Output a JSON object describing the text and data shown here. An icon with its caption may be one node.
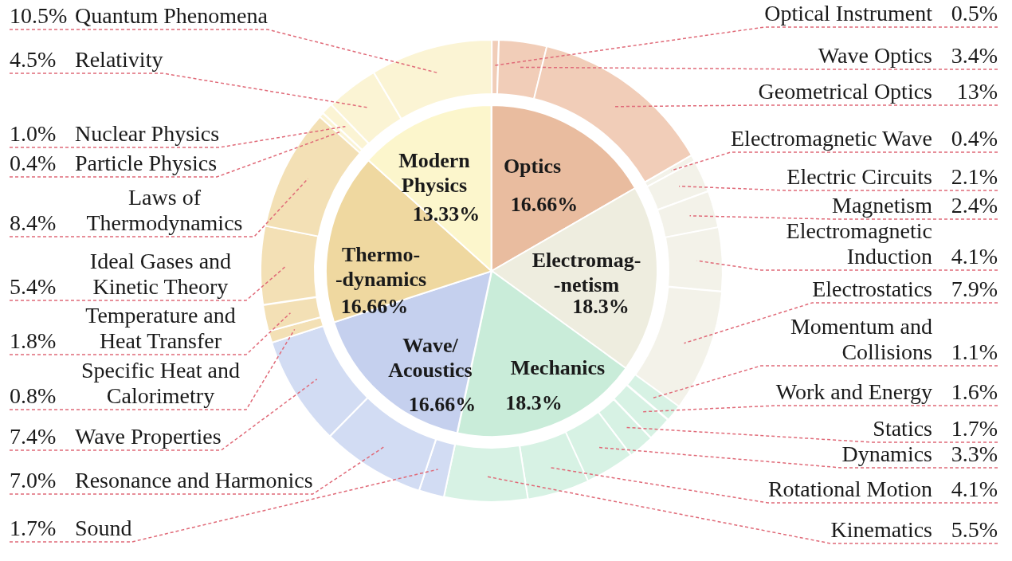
{
  "diagram": {
    "nodes": [
      {
        "text": [
          "Optics",
          "16.66%"
        ]
      },
      {
        "text": [
          "Electromag- -netism",
          "18.3%"
        ]
      },
      {
        "text": [
          "Mechanics",
          "18.3%"
        ]
      },
      {
        "text": [
          "Wave/ Acoustics",
          "16.66%"
        ]
      },
      {
        "text": [
          "Thermo- -dynamics",
          "16.66%"
        ]
      },
      {
        "text": [
          "Modern Physics",
          "13.33%"
        ]
      },
      {
        "text": [],
        "shape": "arc"
      },
      {
        "text": [],
        "shape": "arc"
      },
      {
        "text": [],
        "shape": "arc"
      },
      {
        "text": [],
        "shape": "arc"
      },
      {
        "text": [],
        "shape": "arc"
      },
      {
        "text": [],
        "shape": "arc"
      },
      {
        "text": [],
        "shape": "arc"
      },
      {
        "text": [],
        "shape": "arc"
      },
      {
        "text": [],
        "shape": "arc"
      },
      {
        "text": [],
        "shape": "arc"
      },
      {
        "text": [],
        "shape": "arc"
      },
      {
        "text": [],
        "shape": "arc"
      },
      {
        "text": [],
        "shape": "arc"
      },
      {
        "text": [],
        "shape": "arc"
      },
      {
        "text": [],
        "shape": "arc"
      },
      {
        "text": [],
        "shape": "arc"
      },
      {
        "text": [],
        "shape": "arc"
      },
      {
        "text": [],
        "shape": "arc"
      },
      {
        "text": [],
        "shape": "arc"
      },
      {
        "text": [],
        "shape": "arc"
      },
      {
        "text": [],
        "shape": "arc"
      },
      {
        "text": [],
        "shape": "arc"
      },
      {
        "text": [],
        "shape": "arc"
      },
      {
        "text": [],
        "shape": "arc"
      },
      {
        "text": [],
        "shape": "arc"
      },
      {
        "text": [
          "Optical Instrument",
          "0.5%"
        ]
      },
      {
        "text": [
          "Wave Optics",
          "3.4%"
        ]
      },
      {
        "text": [
          "Geometrical Optics",
          "13%"
        ]
      },
      {
        "text": [
          "Electromagnetic Wave",
          "0.4%"
        ]
      },
      {
        "text": [
          "Electric Circuits",
          "2.1%"
        ]
      },
      {
        "text": [
          "Magnetism",
          "2.4%"
        ]
      },
      {
        "text": [
          "Electromagnetic Induction",
          "4.1%"
        ]
      },
      {
        "text": [
          "Electrostatics",
          "7.9%"
        ]
      },
      {
        "text": [
          "Momentum and Collisions",
          "1.1%"
        ]
      },
      {
        "text": [
          "Work and Energy",
          "1.6%"
        ]
      },
      {
        "text": [
          "Statics",
          "1.7%"
        ]
      },
      {
        "text": [
          "Dynamics",
          "3.3%"
        ]
      },
      {
        "text": [
          "Rotational Motion",
          "4.1%"
        ]
      },
      {
        "text": [
          "Kinematics",
          "5.5%"
        ]
      },
      {
        "text": [
          "1.7%",
          "Sound"
        ]
      },
      {
        "text": [
          "7.0%",
          "Resonance and Harmonics"
        ]
      },
      {
        "text": [
          "7.4%",
          "Wave Properties"
        ]
      },
      {
        "text": [
          "0.8%",
          "Specific Heat and Calorimetry"
        ]
      },
      {
        "text": [
          "1.8%",
          "Temperature and Heat Transfer"
        ]
      },
      {
        "text": [
          "5.4%",
          "Ideal Gases and Kinetic Theory"
        ]
      },
      {
        "text": [
          "8.4%",
          "Laws of Thermodynamics"
        ]
      },
      {
        "text": [
          "0.4%",
          "Particle Physics"
        ]
      },
      {
        "text": [
          "1.0%",
          "Nuclear Physics"
        ]
      },
      {
        "text": [
          "4.5%",
          "Relativity"
        ]
      },
      {
        "text": [
          "10.5%",
          "Quantum Phenomena"
        ]
      }
    ],
    "edges": [
      {
        "from": 31,
        "to": 6,
        "arrow": "none",
        "style": "dashed"
      },
      {
        "from": 32,
        "to": 7,
        "arrow": "none",
        "style": "dashed"
      },
      {
        "from": 33,
        "to": 8,
        "arrow": "none",
        "style": "dashed"
      },
      {
        "from": 34,
        "to": 9,
        "arrow": "none",
        "style": "dashed"
      },
      {
        "from": 35,
        "to": 10,
        "arrow": "none",
        "style": "dashed"
      },
      {
        "from": 36,
        "to": 11,
        "arrow": "none",
        "style": "dashed"
      },
      {
        "from": 37,
        "to": 12,
        "arrow": "none",
        "style": "dashed"
      },
      {
        "from": 38,
        "to": 13,
        "arrow": "none",
        "style": "dashed"
      },
      {
        "from": 39,
        "to": 14,
        "arrow": "none",
        "style": "dashed"
      },
      {
        "from": 40,
        "to": 15,
        "arrow": "none",
        "style": "dashed"
      },
      {
        "from": 41,
        "to": 16,
        "arrow": "none",
        "style": "dashed"
      },
      {
        "from": 42,
        "to": 17,
        "arrow": "none",
        "style": "dashed"
      },
      {
        "from": 43,
        "to": 18,
        "arrow": "none",
        "style": "dashed"
      },
      {
        "from": 44,
        "to": 19,
        "arrow": "none",
        "style": "dashed"
      },
      {
        "from": 45,
        "to": 20,
        "arrow": "none",
        "style": "dashed"
      },
      {
        "from": 46,
        "to": 21,
        "arrow": "none",
        "style": "dashed"
      },
      {
        "from": 47,
        "to": 22,
        "arrow": "none",
        "style": "dashed"
      },
      {
        "from": 48,
        "to": 23,
        "arrow": "none",
        "style": "dashed"
      },
      {
        "from": 49,
        "to": 24,
        "arrow": "none",
        "style": "dashed"
      },
      {
        "from": 50,
        "to": 25,
        "arrow": "none",
        "style": "dashed"
      },
      {
        "from": 51,
        "to": 26,
        "arrow": "none",
        "style": "dashed"
      },
      {
        "from": 52,
        "to": 27,
        "arrow": "none",
        "style": "dashed"
      },
      {
        "from": 53,
        "to": 28,
        "arrow": "none",
        "style": "dashed"
      },
      {
        "from": 54,
        "to": 29,
        "arrow": "none",
        "style": "dashed"
      },
      {
        "from": 55,
        "to": 30,
        "arrow": "none",
        "style": "dashed"
      }
    ]
  }
}
